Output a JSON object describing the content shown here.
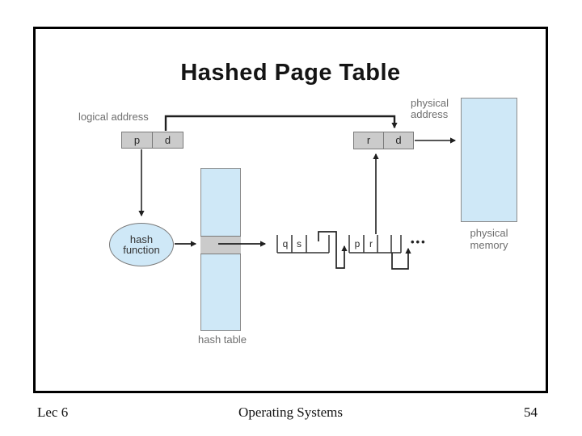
{
  "slide": {
    "title": "Hashed Page Table",
    "footer": {
      "lecture": "Lec 6",
      "course": "Operating Systems",
      "page_number": "54"
    }
  },
  "diagram": {
    "logical_address": {
      "label": "logical address",
      "fields": [
        "p",
        "d"
      ]
    },
    "physical_address": {
      "label_line1": "physical",
      "label_line2": "address",
      "fields": [
        "r",
        "d"
      ]
    },
    "hash_function": {
      "label_line1": "hash",
      "label_line2": "function"
    },
    "hash_table": {
      "label": "hash table"
    },
    "physical_memory": {
      "label_line1": "physical",
      "label_line2": "memory"
    },
    "chain": {
      "node1_fields": [
        "q",
        "s"
      ],
      "node2_fields": [
        "p",
        "r"
      ],
      "ellipsis": "•••"
    },
    "colors": {
      "light_blue_fill": "#cfe8f7",
      "gray_box_fill": "#cbcbcb",
      "box_border": "#7a7a7a",
      "label_text": "#6e6e6e",
      "line": "#1f1f1f"
    }
  }
}
